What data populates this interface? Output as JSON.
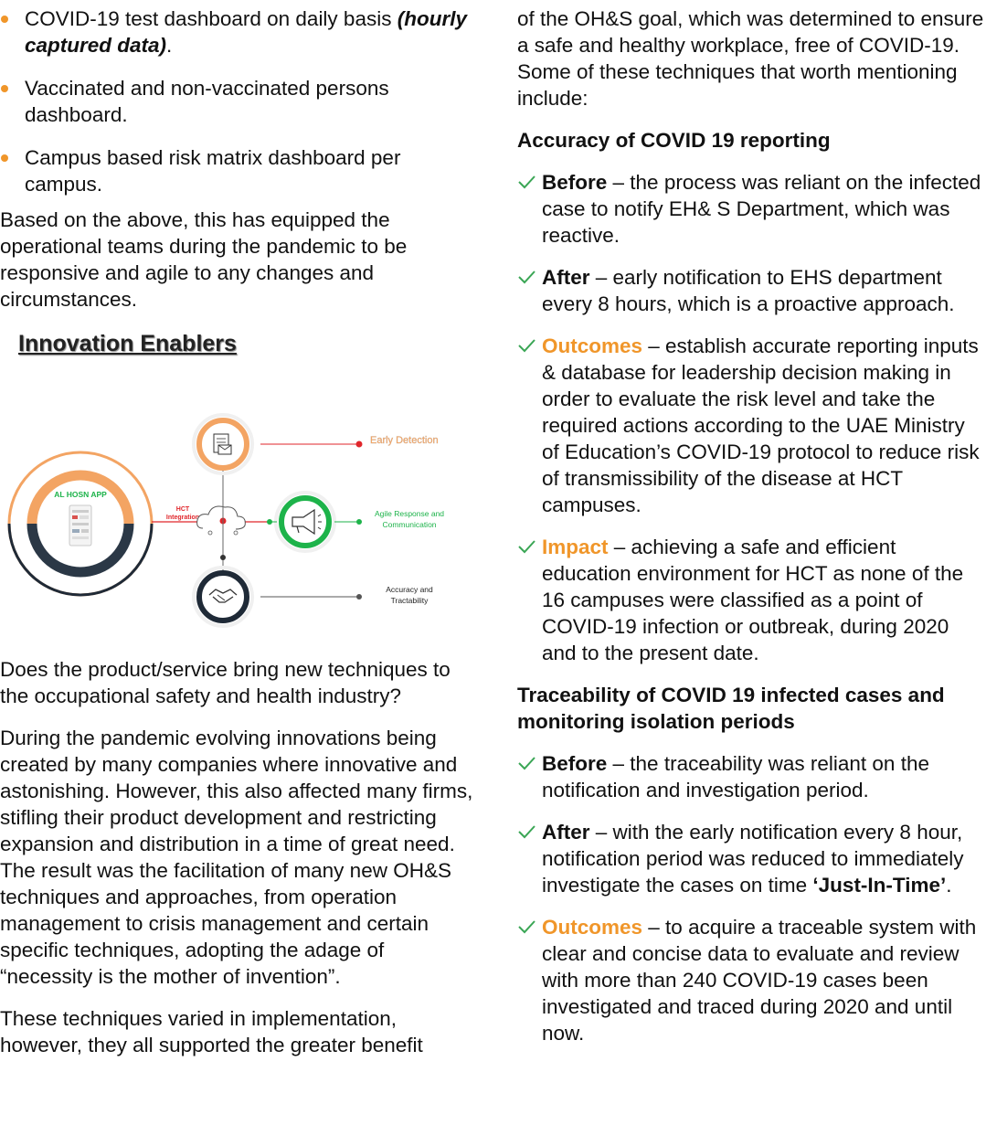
{
  "left": {
    "bullets": [
      {
        "text": "COVID-19 test dashboard on daily basis ",
        "emph": "(hourly captured data)",
        "tail": "."
      },
      {
        "text": "Vaccinated and non-vaccinated persons dashboard."
      },
      {
        "text": "Campus based risk matrix dashboard per campus."
      }
    ],
    "para1": "Based on the above, this has equipped the operational teams during the pandemic to be responsive and agile to any changes and circumstances.",
    "enablers_title": "Innovation Enablers",
    "diagram": {
      "app_label": "AL HOSN APP",
      "hct_label_1": "HCT",
      "hct_label_2": "Integration",
      "early_detection": "Early Detection",
      "agile_1": "Agile Response and",
      "agile_2": "Communication",
      "accuracy_1": "Accuracy and",
      "accuracy_2": "Tractability",
      "icons": [
        "document-mail-icon",
        "megaphone-icon",
        "handshake-icon",
        "cloud-icon",
        "phone-screen-icon"
      ],
      "colors": {
        "orange": "#f3a463",
        "green": "#1db34a",
        "dark": "#1f2a37",
        "red": "#e0262b"
      }
    },
    "question": "Does the product/service bring new techniques to the occupational safety and health industry?",
    "para2": "During the pandemic evolving innovations being created by many companies where innovative and astonishing. However, this also affected many firms, stifling their product development and restricting expansion and distribution in a time of great need. The result was the facilitation of many new OH&S techniques and approaches, from operation management to crisis management and certain specific techniques, adopting the adage of “necessity is the mother of invention”.",
    "para3": "These techniques varied in implementation, however, they all supported the greater benefit"
  },
  "right": {
    "intro": "of the OH&S goal, which was determined to ensure a safe and healthy workplace, free of COVID-19.  Some of these techniques that worth mentioning include:",
    "section1_title": "Accuracy of COVID 19 reporting",
    "section1": [
      {
        "key": "Before",
        "style": "bold",
        "text": " – the process was reliant on the infected case to notify EH& S Department, which was reactive."
      },
      {
        "key": "After",
        "style": "bold",
        "text": " – early notification to EHS department every 8 hours, which is a proactive approach."
      },
      {
        "key": "Outcomes",
        "style": "orange",
        "text": " – establish accurate reporting inputs & database for leadership decision making in order to evaluate the risk level and take the required actions according to the UAE Ministry of Education’s COVID-19 protocol to reduce risk of transmissibility of the disease at HCT campuses."
      },
      {
        "key": "Impact",
        "style": "orange",
        "text": " – achieving a safe and efficient education environment for HCT as none of the 16 campuses were classified as a point of COVID-19 infection or outbreak, during 2020 and to the present date."
      }
    ],
    "section2_title": "Traceability of COVID 19 infected cases and monitoring isolation periods",
    "section2": [
      {
        "key": "Before",
        "style": "bold",
        "text": " – the traceability was reliant on the notification and investigation period."
      },
      {
        "key": "After",
        "style": "bold",
        "text": " – with the early notification every 8 hour, notification period was reduced to immediately investigate the cases on time ",
        "emph": "‘Just-In-Time’",
        "tail": "."
      },
      {
        "key": "Outcomes",
        "style": "orange",
        "text": " – to acquire a traceable system with clear and concise data to evaluate and review with more than 240 COVID-19 cases been investigated and traced during 2020 and until now."
      }
    ]
  }
}
